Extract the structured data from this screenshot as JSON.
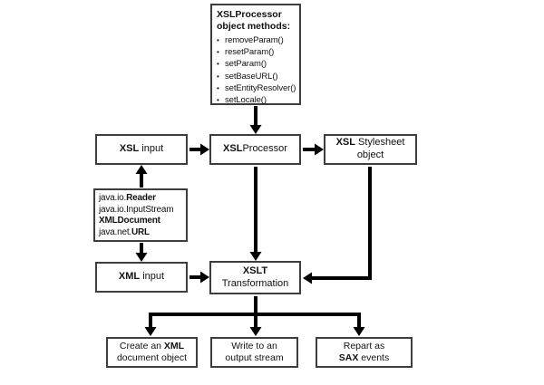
{
  "diagram": {
    "methods_box": {
      "title_line1": "XSLProcessor",
      "title_line2": "object methods:",
      "bullet": "•",
      "items": [
        "removeParam()",
        "resetParam()",
        "setParam()",
        "setBaseURL()",
        "setEntityResolver()",
        "setLocale()"
      ]
    },
    "xsl_input": {
      "strong": "XSL",
      "rest": " input"
    },
    "xsl_processor": {
      "strong": "XSL",
      "rest": "Processor"
    },
    "xsl_stylesheet": {
      "line1_strong": "XSL",
      "line1_rest": " Stylesheet",
      "line2": "object"
    },
    "java_box": {
      "lines": [
        {
          "pre": "java.io.",
          "bold": "Reader"
        },
        {
          "pre": "java.io.InputStream",
          "bold": ""
        },
        {
          "pre": "",
          "bold": "XMLDocument"
        },
        {
          "pre": "java.net.",
          "bold": "URL"
        }
      ]
    },
    "xml_input": {
      "strong": "XML",
      "rest": " input"
    },
    "xslt_transformation": {
      "line1": "XSLT",
      "line2": "Transformation"
    },
    "create_xml": {
      "line1_pre": "Create an ",
      "line1_bold": "XML",
      "line2": "document object"
    },
    "write_output": {
      "line1": "Write to an",
      "line2": "output stream"
    },
    "report_sax": {
      "line1": "Repart as",
      "line2_bold": "SAX",
      "line2_rest": " events"
    }
  },
  "colors": {
    "arrow": "#000000",
    "box_border": "#3d3d3d",
    "background": "#ffffff"
  }
}
